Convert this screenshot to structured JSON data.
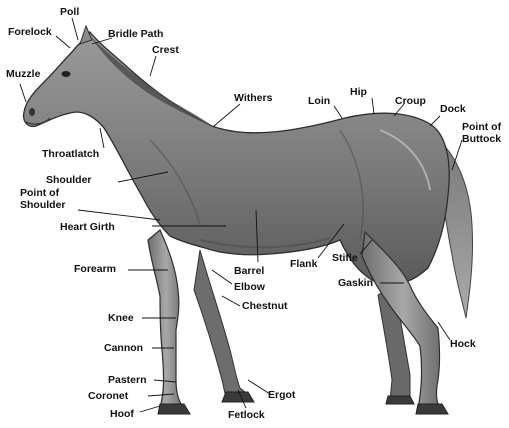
{
  "diagram": {
    "subject": "horse-anatomy-illustration",
    "colors": {
      "ink": "#111111",
      "body": "#7d7d7d",
      "shadow": "#4a4a4a",
      "highlight": "#bdbdbd",
      "background": "#ffffff"
    },
    "labels": {
      "poll": "Poll",
      "forelock": "Forelock",
      "bridle_path": "Bridle Path",
      "crest": "Crest",
      "muzzle": "Muzzle",
      "withers": "Withers",
      "hip": "Hip",
      "loin": "Loin",
      "croup": "Croup",
      "dock": "Dock",
      "point_of_buttock": "Point of\nButtock",
      "throatlatch": "Throatlatch",
      "shoulder": "Shoulder",
      "point_of_shoulder": "Point of\nShoulder",
      "heart_girth": "Heart Girth",
      "forearm": "Forearm",
      "barrel": "Barrel",
      "elbow": "Elbow",
      "flank": "Flank",
      "stifle": "Stifle",
      "gaskin": "Gaskin",
      "chestnut": "Chestnut",
      "knee": "Knee",
      "cannon": "Cannon",
      "hock": "Hock",
      "pastern": "Pastern",
      "coronet": "Coronet",
      "ergot": "Ergot",
      "hoof": "Hoof",
      "fetlock": "Fetlock"
    }
  }
}
